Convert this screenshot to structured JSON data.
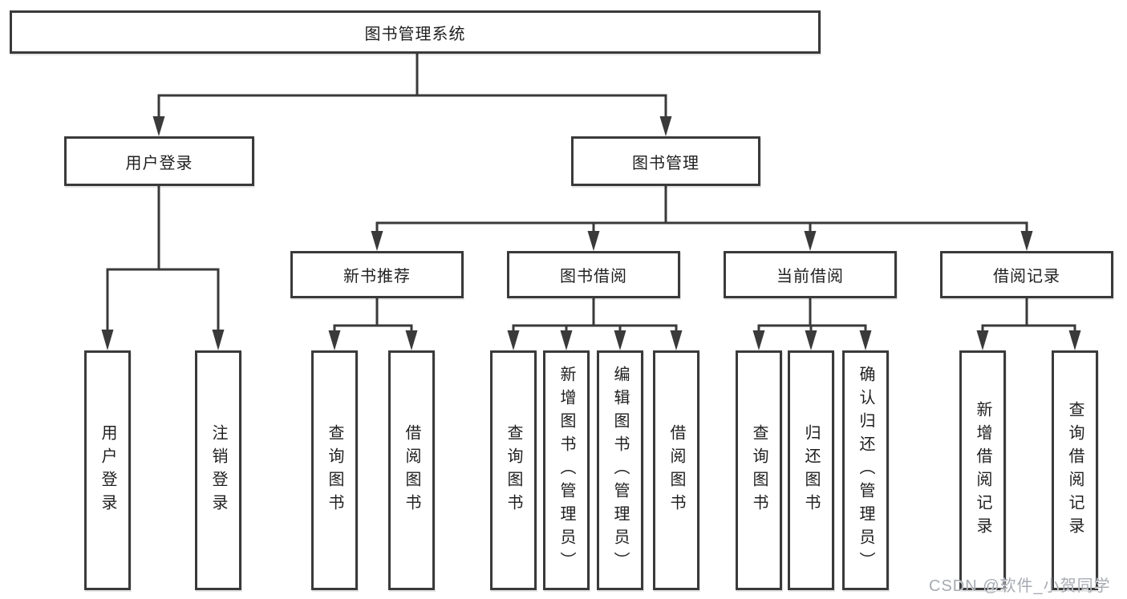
{
  "diagram": {
    "root": {
      "label": "图书管理系统"
    },
    "branches": [
      {
        "label": "用户登录",
        "leaves": [
          "用户登录",
          "注销登录"
        ]
      },
      {
        "label": "图书管理",
        "groups": [
          {
            "label": "新书推荐",
            "leaves": [
              "查询图书",
              "借阅图书"
            ]
          },
          {
            "label": "图书借阅",
            "leaves": [
              "查询图书",
              "新增图书（管理员）",
              "编辑图书（管理员）",
              "借阅图书"
            ]
          },
          {
            "label": "当前借阅",
            "leaves": [
              "查询图书",
              "归还图书",
              "确认归还（管理员）"
            ]
          },
          {
            "label": "借阅记录",
            "leaves": [
              "新增借阅记录",
              "查询借阅记录"
            ]
          }
        ]
      }
    ]
  },
  "watermark": {
    "text": "CSDN @软件_小贺同学"
  },
  "colors": {
    "line": "#3a3a3a",
    "text": "#1f1f1f",
    "watermark": "#a6abb2",
    "background": "#ffffff"
  }
}
